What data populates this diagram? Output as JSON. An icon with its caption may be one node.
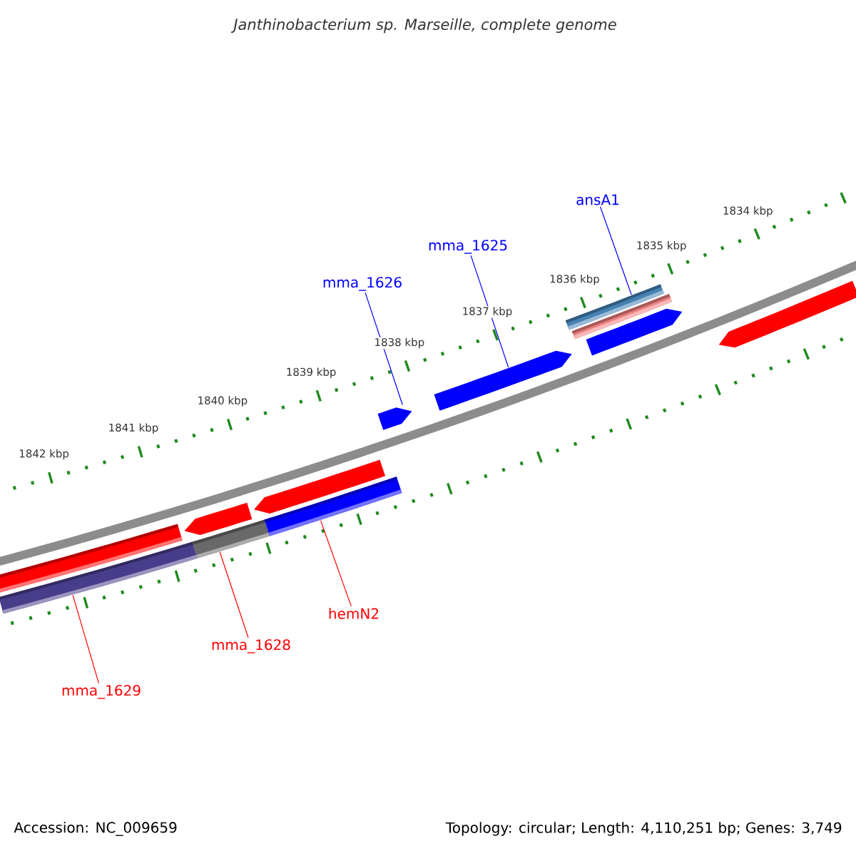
{
  "diagram": {
    "title": "Janthinobacterium sp. Marseille, complete genome",
    "nodes": [
      {
        "text": [
          "ansA1"
        ]
      },
      {
        "text": [
          "mma_1625"
        ]
      },
      {
        "text": [
          "mma_1626"
        ]
      },
      {
        "text": [
          "hemN2"
        ]
      },
      {
        "text": [
          "mma_1628"
        ]
      },
      {
        "text": [
          "mma_1629"
        ]
      },
      {
        "text": [],
        "shape": "bar"
      },
      {
        "text": [],
        "shape": "bar"
      },
      {
        "text": [],
        "shape": "arrow"
      },
      {
        "text": [],
        "shape": "bar"
      },
      {
        "text": [],
        "shape": "arrow"
      },
      {
        "text": [],
        "shape": "bar"
      },
      {
        "text": [],
        "shape": "arrow"
      },
      {
        "text": [],
        "shape": "arrow"
      },
      {
        "text": [],
        "shape": "bar"
      },
      {
        "text": [],
        "shape": "bar"
      },
      {
        "text": [],
        "shape": "arrow"
      },
      {
        "text": [],
        "shape": "arrow"
      }
    ],
    "edges": [
      {
        "from": 0,
        "to": 14,
        "arrow": "none",
        "color": "#0000ff"
      },
      {
        "from": 1,
        "to": 13,
        "arrow": "none",
        "color": "#0000ff"
      },
      {
        "from": 2,
        "to": 12,
        "arrow": "none",
        "color": "#0000ff"
      },
      {
        "from": 3,
        "to": 11,
        "arrow": "none",
        "color": "#ff0000"
      },
      {
        "from": 4,
        "to": 9,
        "arrow": "none",
        "color": "#ff0000"
      },
      {
        "from": 5,
        "to": 7,
        "arrow": "none",
        "color": "#ff0000"
      }
    ],
    "labels": [
      "1834 kbp",
      "1835 kbp",
      "1836 kbp",
      "1837 kbp",
      "1838 kbp",
      "1839 kbp",
      "1840 kbp",
      "1841 kbp",
      "1842 kbp",
      "Accession: NC_009659",
      "Topology: circular; Length: 4,110,251 bp; Genes: 3,749"
    ]
  }
}
